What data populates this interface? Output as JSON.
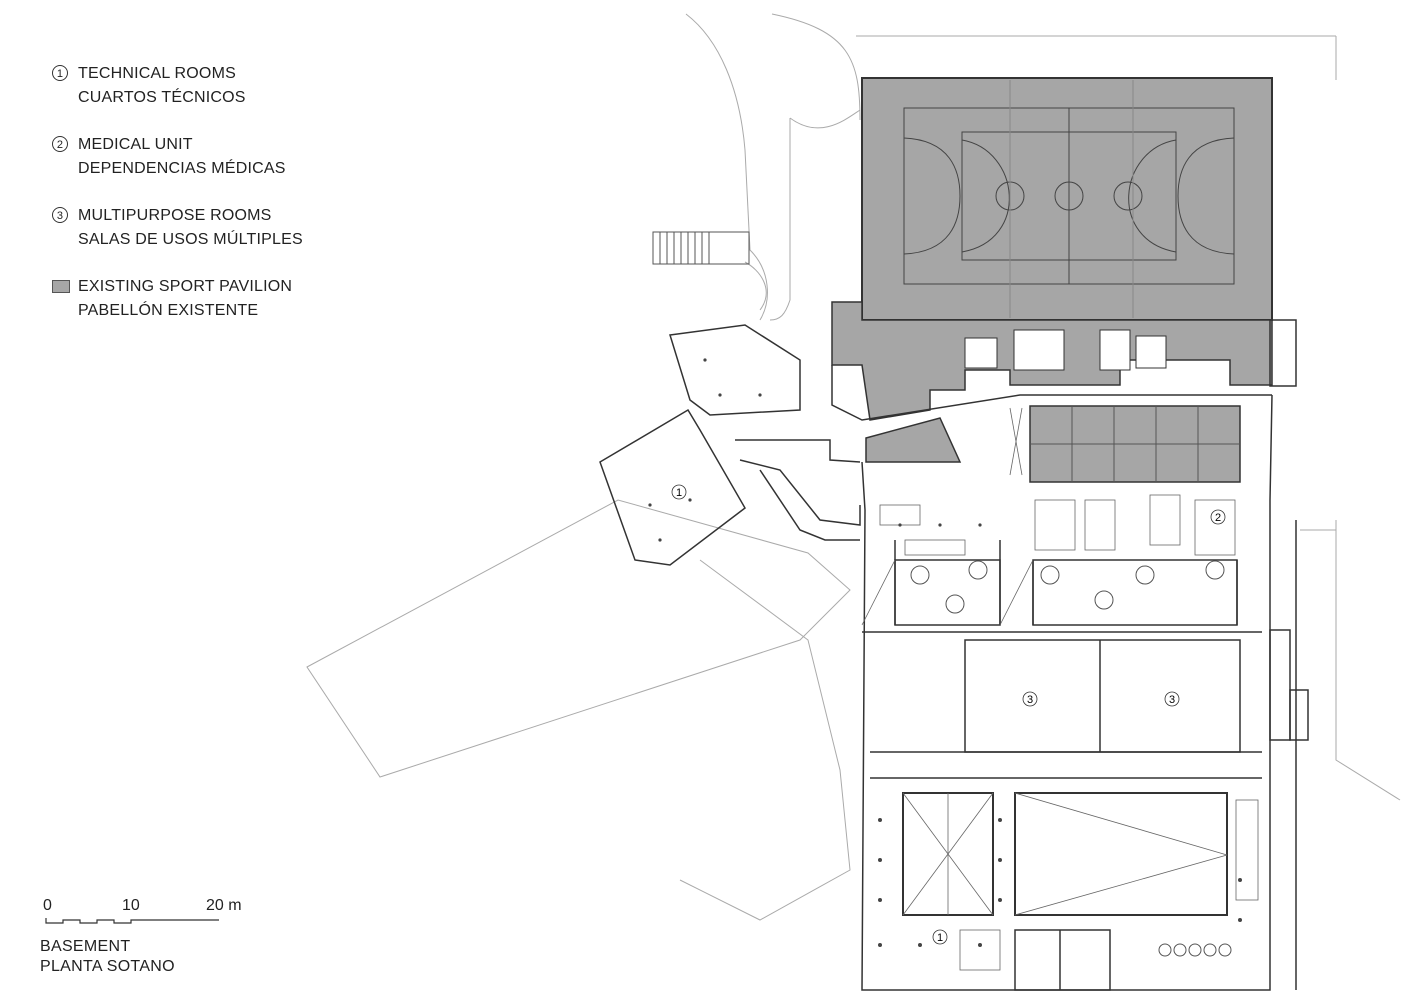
{
  "legend": {
    "items": [
      {
        "marker": "1",
        "en": "TECHNICAL ROOMS",
        "es": "CUARTOS TÉCNICOS"
      },
      {
        "marker": "2",
        "en": "MEDICAL UNIT",
        "es": "DEPENDENCIAS MÉDICAS"
      },
      {
        "marker": "3",
        "en": "MULTIPURPOSE ROOMS",
        "es": "SALAS DE USOS MÚLTIPLES"
      },
      {
        "marker": "",
        "en": "EXISTING SPORT PAVILION",
        "es": "PABELLÓN EXISTENTE"
      }
    ]
  },
  "scale": {
    "ticks": [
      "0",
      "10",
      "20 m"
    ]
  },
  "caption": {
    "line1": "BASEMENT",
    "line2": "PLANTA  SOTANO"
  },
  "plan_labels": {
    "tech_rooms_a": "1",
    "tech_rooms_b": "1",
    "medical": "2",
    "multipurpose_a": "3",
    "multipurpose_b": "3"
  },
  "colors": {
    "existing_pavilion_fill": "#a6a6a6",
    "line": "#333333",
    "faint_line": "#aaaaaa"
  }
}
